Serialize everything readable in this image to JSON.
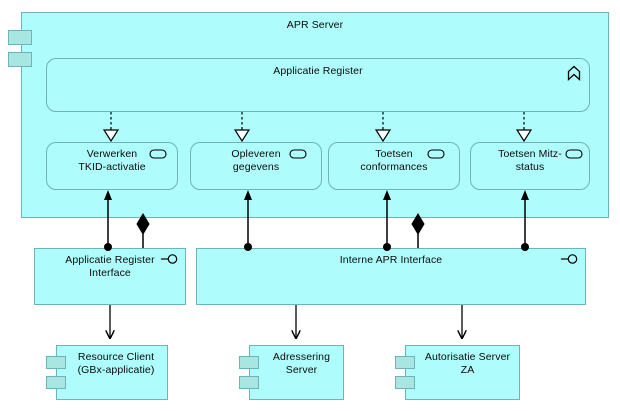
{
  "diagram": {
    "type": "archimate-application-architecture",
    "palette": {
      "fill": "#aefcfc",
      "tab_fill": "#a7e6e1",
      "stroke": "#6fb3b8",
      "edge": "#000000",
      "text": "#0b0b0b",
      "page_background": "#ffffff"
    }
  },
  "server": {
    "name": "apr-server",
    "title": "APR Server",
    "icon": "component-icon"
  },
  "register": {
    "name": "applicatie-register",
    "title": "Applicatie Register",
    "icon": "application-function-icon"
  },
  "services": [
    {
      "id": "verwerken-tkid-activatie",
      "label": "Verwerken\nTKID-activatie",
      "icon": "application-service-icon"
    },
    {
      "id": "opleveren-gegevens",
      "label": "Opleveren\ngegevens",
      "icon": "application-service-icon"
    },
    {
      "id": "toetsen-conformances",
      "label": "Toetsen\nconformances",
      "icon": "application-service-icon"
    },
    {
      "id": "toetsen-mitz-status",
      "label": "Toetsen Mitz-\nstatus",
      "icon": "application-service-icon"
    }
  ],
  "interfaces": [
    {
      "id": "applicatie-register-interface",
      "label": "Applicatie Register\nInterface",
      "icon": "application-interface-icon"
    },
    {
      "id": "interne-apr-interface",
      "label": "Interne APR Interface",
      "icon": "application-interface-icon"
    }
  ],
  "components": [
    {
      "id": "resource-client",
      "label": "Resource Client\n(GBx-applicatie)",
      "icon": "component-icon"
    },
    {
      "id": "adressering-server",
      "label": "Adressering\nServer",
      "icon": "component-icon"
    },
    {
      "id": "autorisatie-server-za",
      "label": "Autorisatie Server\nZA",
      "icon": "component-icon"
    }
  ],
  "relationships": [
    {
      "id": "rel-register-realizes-verwerken",
      "type": "realization",
      "from": "applicatie-register",
      "to": "verwerken-tkid-activatie"
    },
    {
      "id": "rel-register-realizes-opleveren",
      "type": "realization",
      "from": "applicatie-register",
      "to": "opleveren-gegevens"
    },
    {
      "id": "rel-register-realizes-conformances",
      "type": "realization",
      "from": "applicatie-register",
      "to": "toetsen-conformances"
    },
    {
      "id": "rel-register-realizes-mitz",
      "type": "realization",
      "from": "applicatie-register",
      "to": "toetsen-mitz-status"
    },
    {
      "id": "rel-arifc-assigned-verwerken",
      "type": "assignment",
      "from": "applicatie-register-interface",
      "to": "verwerken-tkid-activatie"
    },
    {
      "id": "rel-interne-assigned-opleveren",
      "type": "assignment",
      "from": "interne-apr-interface",
      "to": "opleveren-gegevens"
    },
    {
      "id": "rel-interne-assigned-conformances",
      "type": "assignment",
      "from": "interne-apr-interface",
      "to": "toetsen-conformances"
    },
    {
      "id": "rel-interne-assigned-mitz",
      "type": "assignment",
      "from": "interne-apr-interface",
      "to": "toetsen-mitz-status"
    },
    {
      "id": "rel-server-composes-arifc",
      "type": "composition",
      "from": "apr-server",
      "to": "applicatie-register-interface"
    },
    {
      "id": "rel-server-composes-interne",
      "type": "composition",
      "from": "apr-server",
      "to": "interne-apr-interface"
    },
    {
      "id": "rel-arifc-serving-resource-client",
      "type": "serving",
      "from": "applicatie-register-interface",
      "to": "resource-client"
    },
    {
      "id": "rel-interne-serving-adressering",
      "type": "serving",
      "from": "interne-apr-interface",
      "to": "adressering-server"
    },
    {
      "id": "rel-interne-serving-autorisatie",
      "type": "serving",
      "from": "interne-apr-interface",
      "to": "autorisatie-server-za"
    }
  ]
}
